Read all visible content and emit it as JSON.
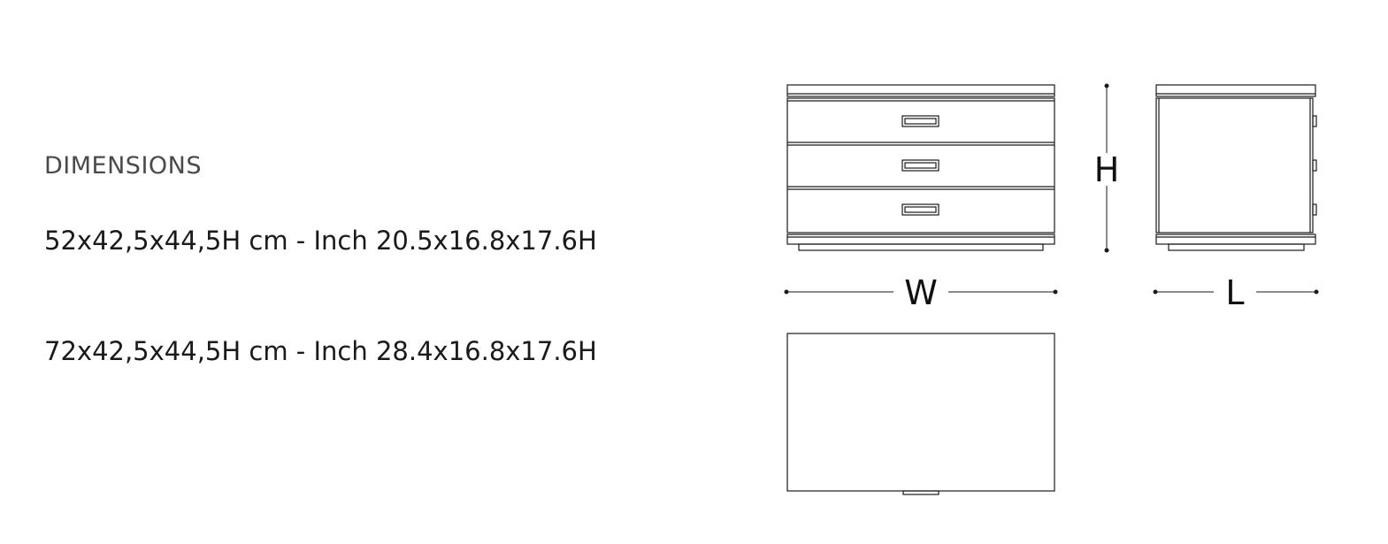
{
  "section": {
    "heading": "DIMENSIONS"
  },
  "dimensions": [
    {
      "text": "52x42,5x44,5H cm - Inch 20.5x16.8x17.6H"
    },
    {
      "text": "72x42,5x44,5H cm - Inch 28.4x16.8x17.6H"
    }
  ],
  "drawing": {
    "labels": {
      "width": "W",
      "height": "H",
      "length": "L"
    },
    "colors": {
      "line": "#1a1a1a",
      "background": "#ffffff"
    }
  }
}
